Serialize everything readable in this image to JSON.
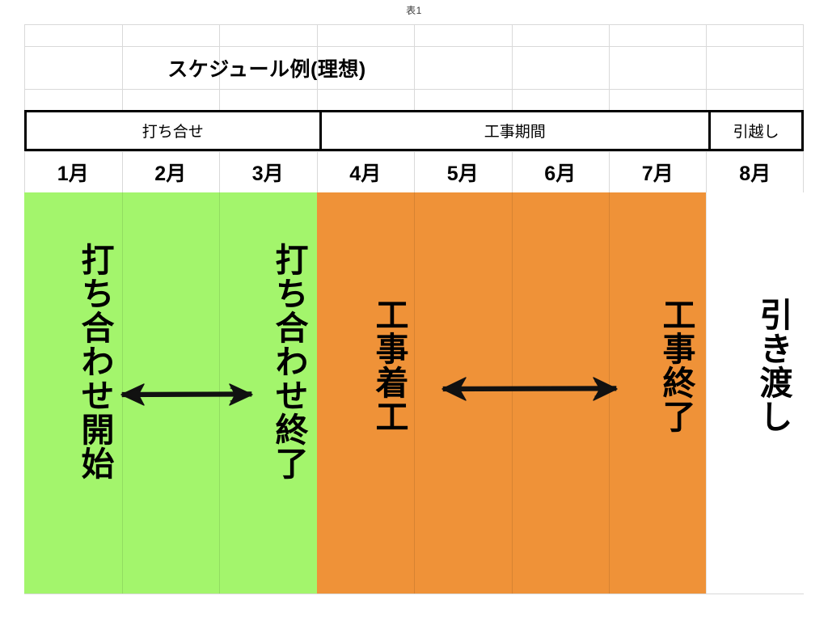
{
  "caption": "表1",
  "title": "スケジュール例(理想)",
  "colors": {
    "meeting_band": "#A3F56C",
    "work_band": "#EF9238",
    "handover_band": "#FFFFFF",
    "grid_line": "#D9D9D9",
    "border": "#000000"
  },
  "phases": [
    {
      "label": "打ち合せ",
      "name": "phase-meeting",
      "span_months": [
        "1月",
        "2月",
        "3月"
      ]
    },
    {
      "label": "工事期間",
      "name": "phase-work",
      "span_months": [
        "4月",
        "5月",
        "6月",
        "7月"
      ]
    },
    {
      "label": "引越し",
      "name": "phase-moving",
      "span_months": [
        "8月"
      ]
    }
  ],
  "months": [
    "1月",
    "2月",
    "3月",
    "4月",
    "5月",
    "6月",
    "7月",
    "8月"
  ],
  "milestones": [
    {
      "label": "打ち合わせ開始",
      "name": "milestone-meeting-start",
      "month": "1月"
    },
    {
      "label": "打ち合わせ終了",
      "name": "milestone-meeting-end",
      "month": "3月"
    },
    {
      "label": "工事着工",
      "name": "milestone-work-start",
      "month": "4月"
    },
    {
      "label": "工事終了",
      "name": "milestone-work-end",
      "month": "7月"
    },
    {
      "label": "引き渡し",
      "name": "milestone-handover",
      "month": "8月"
    }
  ],
  "arrows": [
    {
      "name": "arrow-meeting-span",
      "from": "打ち合わせ開始",
      "to": "打ち合わせ終了",
      "style": "double-headed"
    },
    {
      "name": "arrow-work-span",
      "from": "工事着工",
      "to": "工事終了",
      "style": "double-headed"
    }
  ],
  "chart_data": {
    "type": "table",
    "title": "スケジュール例(理想)",
    "categories": [
      "1月",
      "2月",
      "3月",
      "4月",
      "5月",
      "6月",
      "7月",
      "8月"
    ],
    "series": [
      {
        "name": "打ち合せ",
        "start": "1月",
        "end": "3月",
        "color": "#A3F56C"
      },
      {
        "name": "工事期間",
        "start": "4月",
        "end": "7月",
        "color": "#EF9238"
      },
      {
        "name": "引越し",
        "start": "8月",
        "end": "8月",
        "color": "#FFFFFF"
      }
    ]
  }
}
